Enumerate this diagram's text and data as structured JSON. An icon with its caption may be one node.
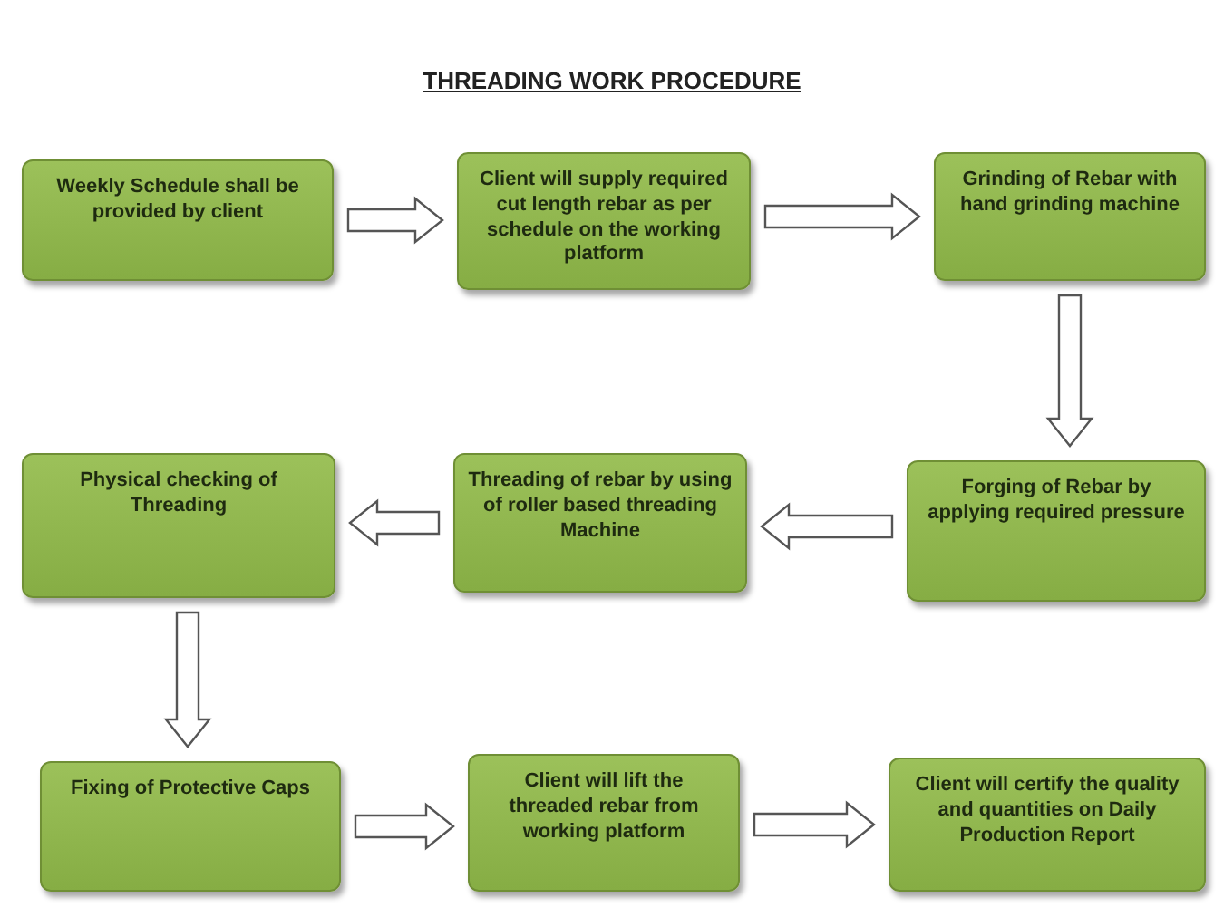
{
  "diagram": {
    "title": "THREADING WORK PROCEDURE",
    "nodes": [
      {
        "text": [
          "Weekly Schedule shall be provided by client"
        ]
      },
      {
        "text": [
          "Client will supply required cut length rebar as per schedule on the working platform"
        ]
      },
      {
        "text": [
          "Grinding of Rebar with hand grinding machine"
        ]
      },
      {
        "text": [
          "Forging of Rebar by applying required pressure"
        ]
      },
      {
        "text": [
          "Threading of rebar by using of roller based threading Machine"
        ]
      },
      {
        "text": [
          "Physical checking of Threading"
        ]
      },
      {
        "text": [
          "Fixing of Protective Caps"
        ]
      },
      {
        "text": [
          "Client will lift the threaded rebar from working platform"
        ]
      },
      {
        "text": [
          "Client will certify the quality and quantities on Daily Production Report"
        ]
      }
    ],
    "edges": [
      {
        "from": 0,
        "to": 1,
        "arrow": "to"
      },
      {
        "from": 1,
        "to": 2,
        "arrow": "to"
      },
      {
        "from": 2,
        "to": 3,
        "arrow": "to"
      },
      {
        "from": 3,
        "to": 4,
        "arrow": "to"
      },
      {
        "from": 4,
        "to": 5,
        "arrow": "to"
      },
      {
        "from": 5,
        "to": 6,
        "arrow": "to"
      },
      {
        "from": 6,
        "to": 7,
        "arrow": "to"
      },
      {
        "from": 7,
        "to": 8,
        "arrow": "to"
      }
    ]
  }
}
